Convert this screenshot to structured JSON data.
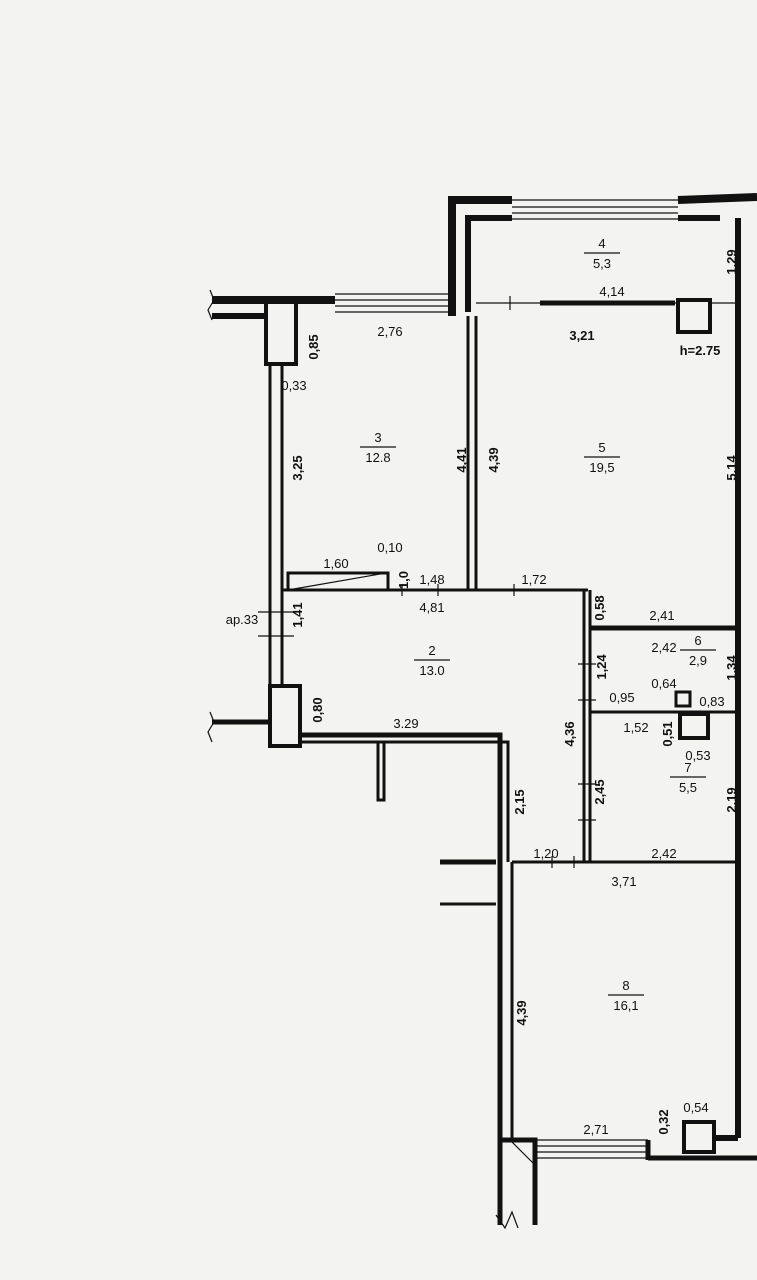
{
  "rooms": [
    {
      "num": "2",
      "area": "13.0"
    },
    {
      "num": "3",
      "area": "12.8"
    },
    {
      "num": "4",
      "area": "5,3"
    },
    {
      "num": "5",
      "area": "19,5"
    },
    {
      "num": "6",
      "area": "2,9"
    },
    {
      "num": "7",
      "area": "5,5"
    },
    {
      "num": "8",
      "area": "16,1"
    }
  ],
  "dimensions": [
    "0,85",
    "2,76",
    "0,33",
    "3,25",
    "4,41",
    "4,39",
    "3,21",
    "4,14",
    "1,29",
    "h=2.75",
    "5,14",
    "1,60",
    "0,10",
    "1,0",
    "1,48",
    "1,72",
    "4,81",
    "0,58",
    "2,41",
    "ap.33",
    "1,41",
    "2,42",
    "1,24",
    "0,95",
    "0,64",
    "1,34",
    "0,83",
    "1,52",
    "0,51",
    "0,53",
    "0,80",
    "3.29",
    "4,36",
    "2,45",
    "2,15",
    "2,19",
    "1,20",
    "2,42",
    "3,71",
    "4,39",
    "2,71",
    "0,32",
    "0,54"
  ]
}
